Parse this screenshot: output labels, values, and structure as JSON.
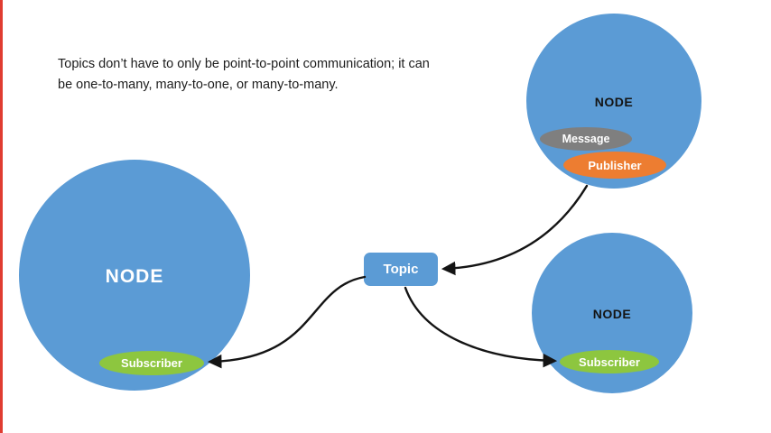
{
  "caption": "Topics don’t have to only be point-to-point communication; it can be one-to-many, many-to-one, or many-to-many.",
  "topic": {
    "label": "Topic"
  },
  "nodes": {
    "left": {
      "label": "NODE",
      "subscriber": "Subscriber"
    },
    "top_right": {
      "label": "NODE",
      "message": "Message",
      "publisher": "Publisher"
    },
    "bottom_right": {
      "label": "NODE",
      "subscriber": "Subscriber"
    }
  },
  "colors": {
    "node_blue": "#5B9BD5",
    "topic_blue": "#5B9BD5",
    "subscriber_green": "#8DC63F",
    "publisher_orange": "#ED7D31",
    "message_gray": "#7F7F7F",
    "arrow_black": "#141414",
    "red_line": "#E03C31"
  }
}
